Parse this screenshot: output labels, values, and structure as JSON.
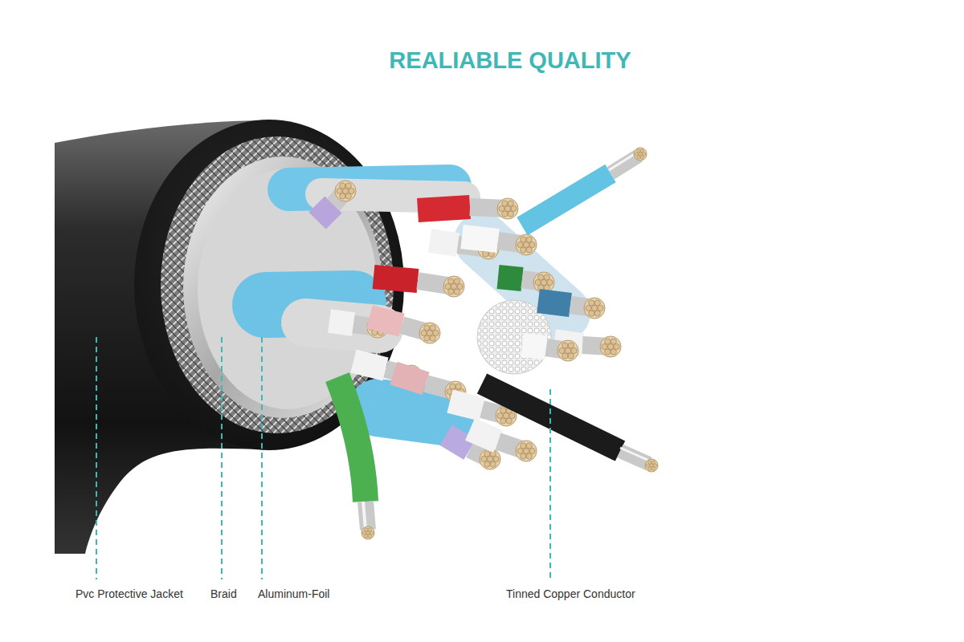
{
  "diagram": {
    "title": "REALIABLE QUALITY",
    "labels": [
      "Pvc Protective Jacket",
      "Braid",
      "Aluminum-Foil",
      "Tinned Copper Conductor"
    ]
  }
}
